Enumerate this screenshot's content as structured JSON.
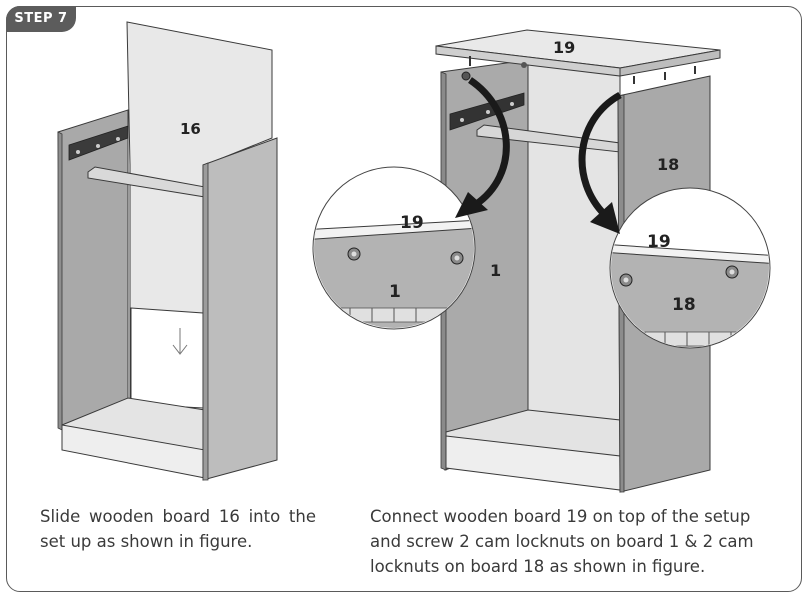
{
  "step": {
    "label": "STEP 7"
  },
  "left_figure": {
    "board_label": "16"
  },
  "right_figure": {
    "top_board_label": "19",
    "side_right_label": "18",
    "side_left_label": "1",
    "zoom_left": {
      "top_label": "19",
      "side_label": "1"
    },
    "zoom_right": {
      "top_label": "19",
      "side_label": "18"
    }
  },
  "captions": {
    "left": "Slide wooden board 16 into the set up as shown in figure.",
    "right": "Connect wooden board 19 on top of the setup and screw 2 cam locknuts on board 1 & 2 cam locknuts on board 18 as shown in figure."
  },
  "colors": {
    "panel_dark": "#a8a8a8",
    "panel_mid": "#bcbcbc",
    "panel_light": "#e6e6e6",
    "outline": "#3a3a3a",
    "arrow": "#1a1a1a"
  }
}
